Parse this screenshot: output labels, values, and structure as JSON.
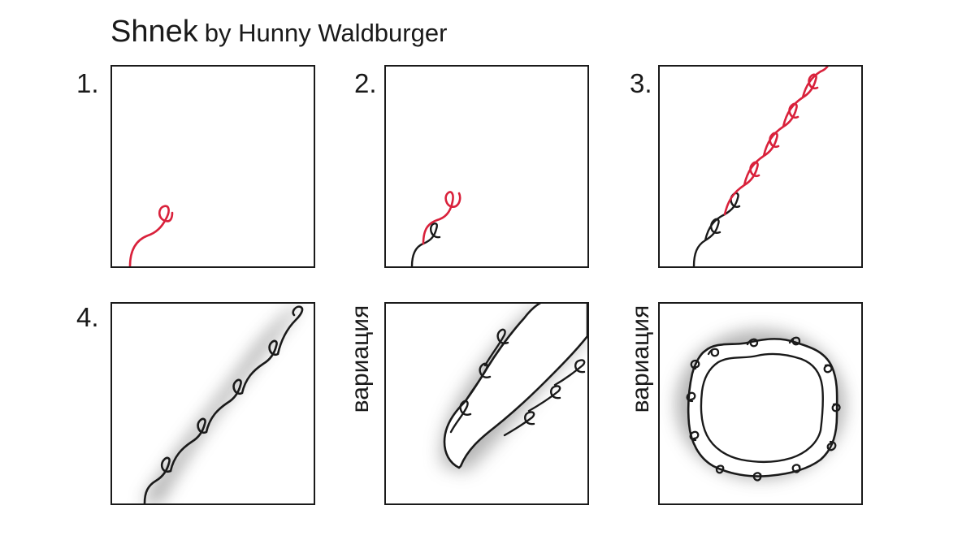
{
  "header": {
    "name": "Shnek",
    "author": "by Hunny Waldburger"
  },
  "steps": [
    {
      "number": "1."
    },
    {
      "number": "2."
    },
    {
      "number": "3."
    },
    {
      "number": "4."
    }
  ],
  "variations": [
    {
      "label": "вариация"
    },
    {
      "label": "вариация"
    }
  ],
  "colors": {
    "new_stroke": "#d9213b",
    "existing_stroke": "#1a1a1a",
    "shading": "#6b6b6b",
    "frame": "#1a1a1a"
  }
}
